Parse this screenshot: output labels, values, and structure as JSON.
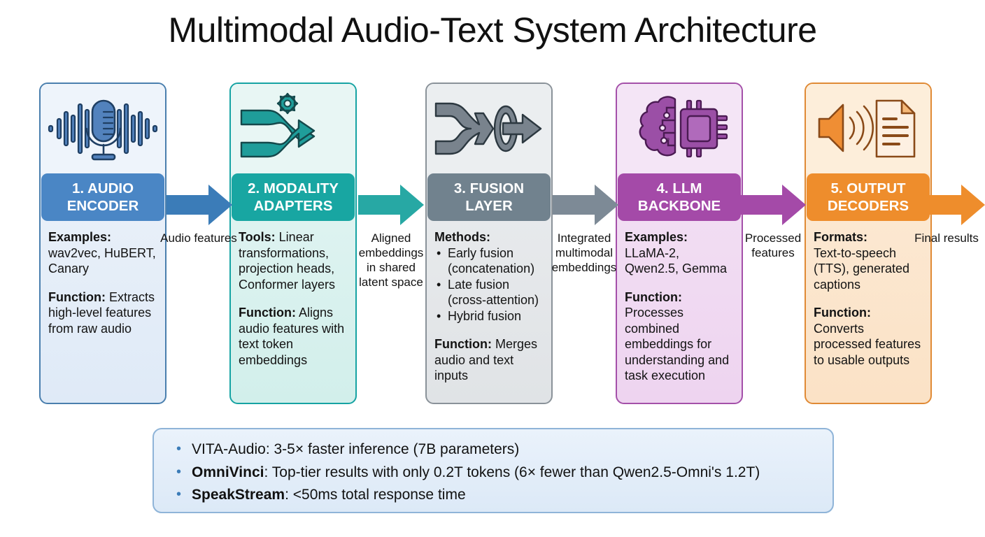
{
  "title": "Multimodal Audio-Text System Architecture",
  "stages": [
    {
      "id": "audio-encoder",
      "icon": "microphone-waveform-icon",
      "header_line1": "1. AUDIO",
      "header_line2": "ENCODER",
      "accent": "#4a86c5",
      "fields": [
        {
          "label": "Examples:",
          "value": "wav2vec, HuBERT, Canary",
          "inline": false
        },
        {
          "label": "Function:",
          "value": "Extracts high-level features from raw audio",
          "inline": true
        }
      ]
    },
    {
      "id": "modality-adapters",
      "icon": "shuffle-arrows-gear-icon",
      "header_line1": "2. MODALITY",
      "header_line2": "ADAPTERS",
      "accent": "#18a6a2",
      "fields": [
        {
          "label": "Tools:",
          "value": "Linear transformations, projection heads, Conformer layers",
          "inline": true
        },
        {
          "label": "Function:",
          "value": "Aligns audio features with text token embeddings",
          "inline": true
        }
      ]
    },
    {
      "id": "fusion-layer",
      "icon": "merge-arrows-icon",
      "header_line1": "3. FUSION",
      "header_line2": "LAYER",
      "accent": "#71828e",
      "methods_label": "Methods:",
      "methods": [
        "Early fusion (concatenation)",
        "Late fusion (cross-attention)",
        "Hybrid fusion"
      ],
      "fields": [
        {
          "label": "Function:",
          "value": "Merges audio and text inputs",
          "inline": true
        }
      ]
    },
    {
      "id": "llm-backbone",
      "icon": "brain-chip-icon",
      "header_line1": "4. LLM",
      "header_line2": "BACKBONE",
      "accent": "#a44aa8",
      "fields": [
        {
          "label": "Examples:",
          "value": "LLaMA-2, Qwen2.5, Gemma",
          "inline": false
        },
        {
          "label": "Function:",
          "value": "Processes combined embeddings for understanding and task execution",
          "inline": false
        }
      ]
    },
    {
      "id": "output-decoders",
      "icon": "speaker-document-icon",
      "header_line1": "5. OUTPUT",
      "header_line2": "DECODERS",
      "accent": "#ee8d2c",
      "fields": [
        {
          "label": "Formats:",
          "value": "Text-to-speech (TTS), generated captions",
          "inline": false
        },
        {
          "label": "Function:",
          "value": "Converts processed features to usable outputs",
          "inline": false
        }
      ]
    }
  ],
  "arrows": [
    {
      "id": "arrow-1",
      "label": "Audio features",
      "color": "#3b7cb8"
    },
    {
      "id": "arrow-2",
      "label": "Aligned embeddings in shared latent space",
      "color": "#27a8a4"
    },
    {
      "id": "arrow-3",
      "label": "Integrated multimodal embeddings",
      "color": "#7d8a96"
    },
    {
      "id": "arrow-4",
      "label": "Processed features",
      "color": "#a44aa8"
    },
    {
      "id": "arrow-5",
      "label": "Final results",
      "color": "#ee8d2c"
    }
  ],
  "callout": {
    "bullets": [
      {
        "name": "VITA-Audio",
        "bold": false,
        "rest": ": 3-5× faster inference (7B parameters)"
      },
      {
        "name": "OmniVinci",
        "bold": true,
        "rest": ": Top-tier results with only 0.2T tokens (6× fewer than Qwen2.5-Omni's 1.2T)"
      },
      {
        "name": "SpeakStream",
        "bold": true,
        "rest": ": <50ms total response time"
      }
    ]
  }
}
